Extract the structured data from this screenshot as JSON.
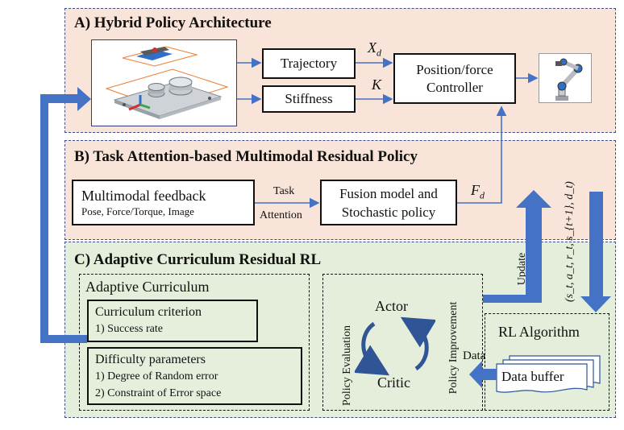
{
  "panel_a": {
    "title": "A) Hybrid Policy Architecture",
    "trajectory": "Trajectory",
    "stiffness": "Stiffness",
    "xd_label": "X",
    "xd_sub": "d",
    "k_label": "K",
    "controller_line1": "Position/force",
    "controller_line2": "Controller"
  },
  "panel_b": {
    "title": "B) Task Attention-based Multimodal Residual Policy",
    "feedback_title": "Multimodal feedback",
    "feedback_sub": "Pose, Force/Torque, Image",
    "task_label": "Task",
    "attention_label": "Attention",
    "fusion_line1": "Fusion model and",
    "fusion_line2": "Stochastic policy",
    "fd_label": "F",
    "fd_sub": "d"
  },
  "panel_c": {
    "title": "C) Adaptive Curriculum Residual RL",
    "curriculum_title": "Adaptive Curriculum",
    "criterion_title": "Curriculum criterion",
    "criterion_item": "1) Success rate",
    "difficulty_title": "Difficulty parameters",
    "difficulty_item1": "1) Degree of Random error",
    "difficulty_item2": "2) Constraint of Error space",
    "actor": "Actor",
    "critic": "Critic",
    "policy_evaluation": "Policy Evaluation",
    "policy_improvement": "Policy Improvement",
    "rl_algorithm": "RL Algorithm",
    "data_buffer": "Data buffer",
    "data_label": "Data",
    "update_label": "Update",
    "transition_label": "(s_t, a_t, r_t, s_{t+1}, d_t)"
  },
  "colors": {
    "panel_a_bg": "#f8e4d8",
    "panel_b_bg": "#f8e4d8",
    "panel_c_bg": "#e5eedb",
    "arrow_blue": "#4472c4",
    "panel_border": "#3f4c8a"
  },
  "icons": [
    "peg-in-hole-scene-icon",
    "robot-arm-icon",
    "cycle-arrows-icon"
  ]
}
